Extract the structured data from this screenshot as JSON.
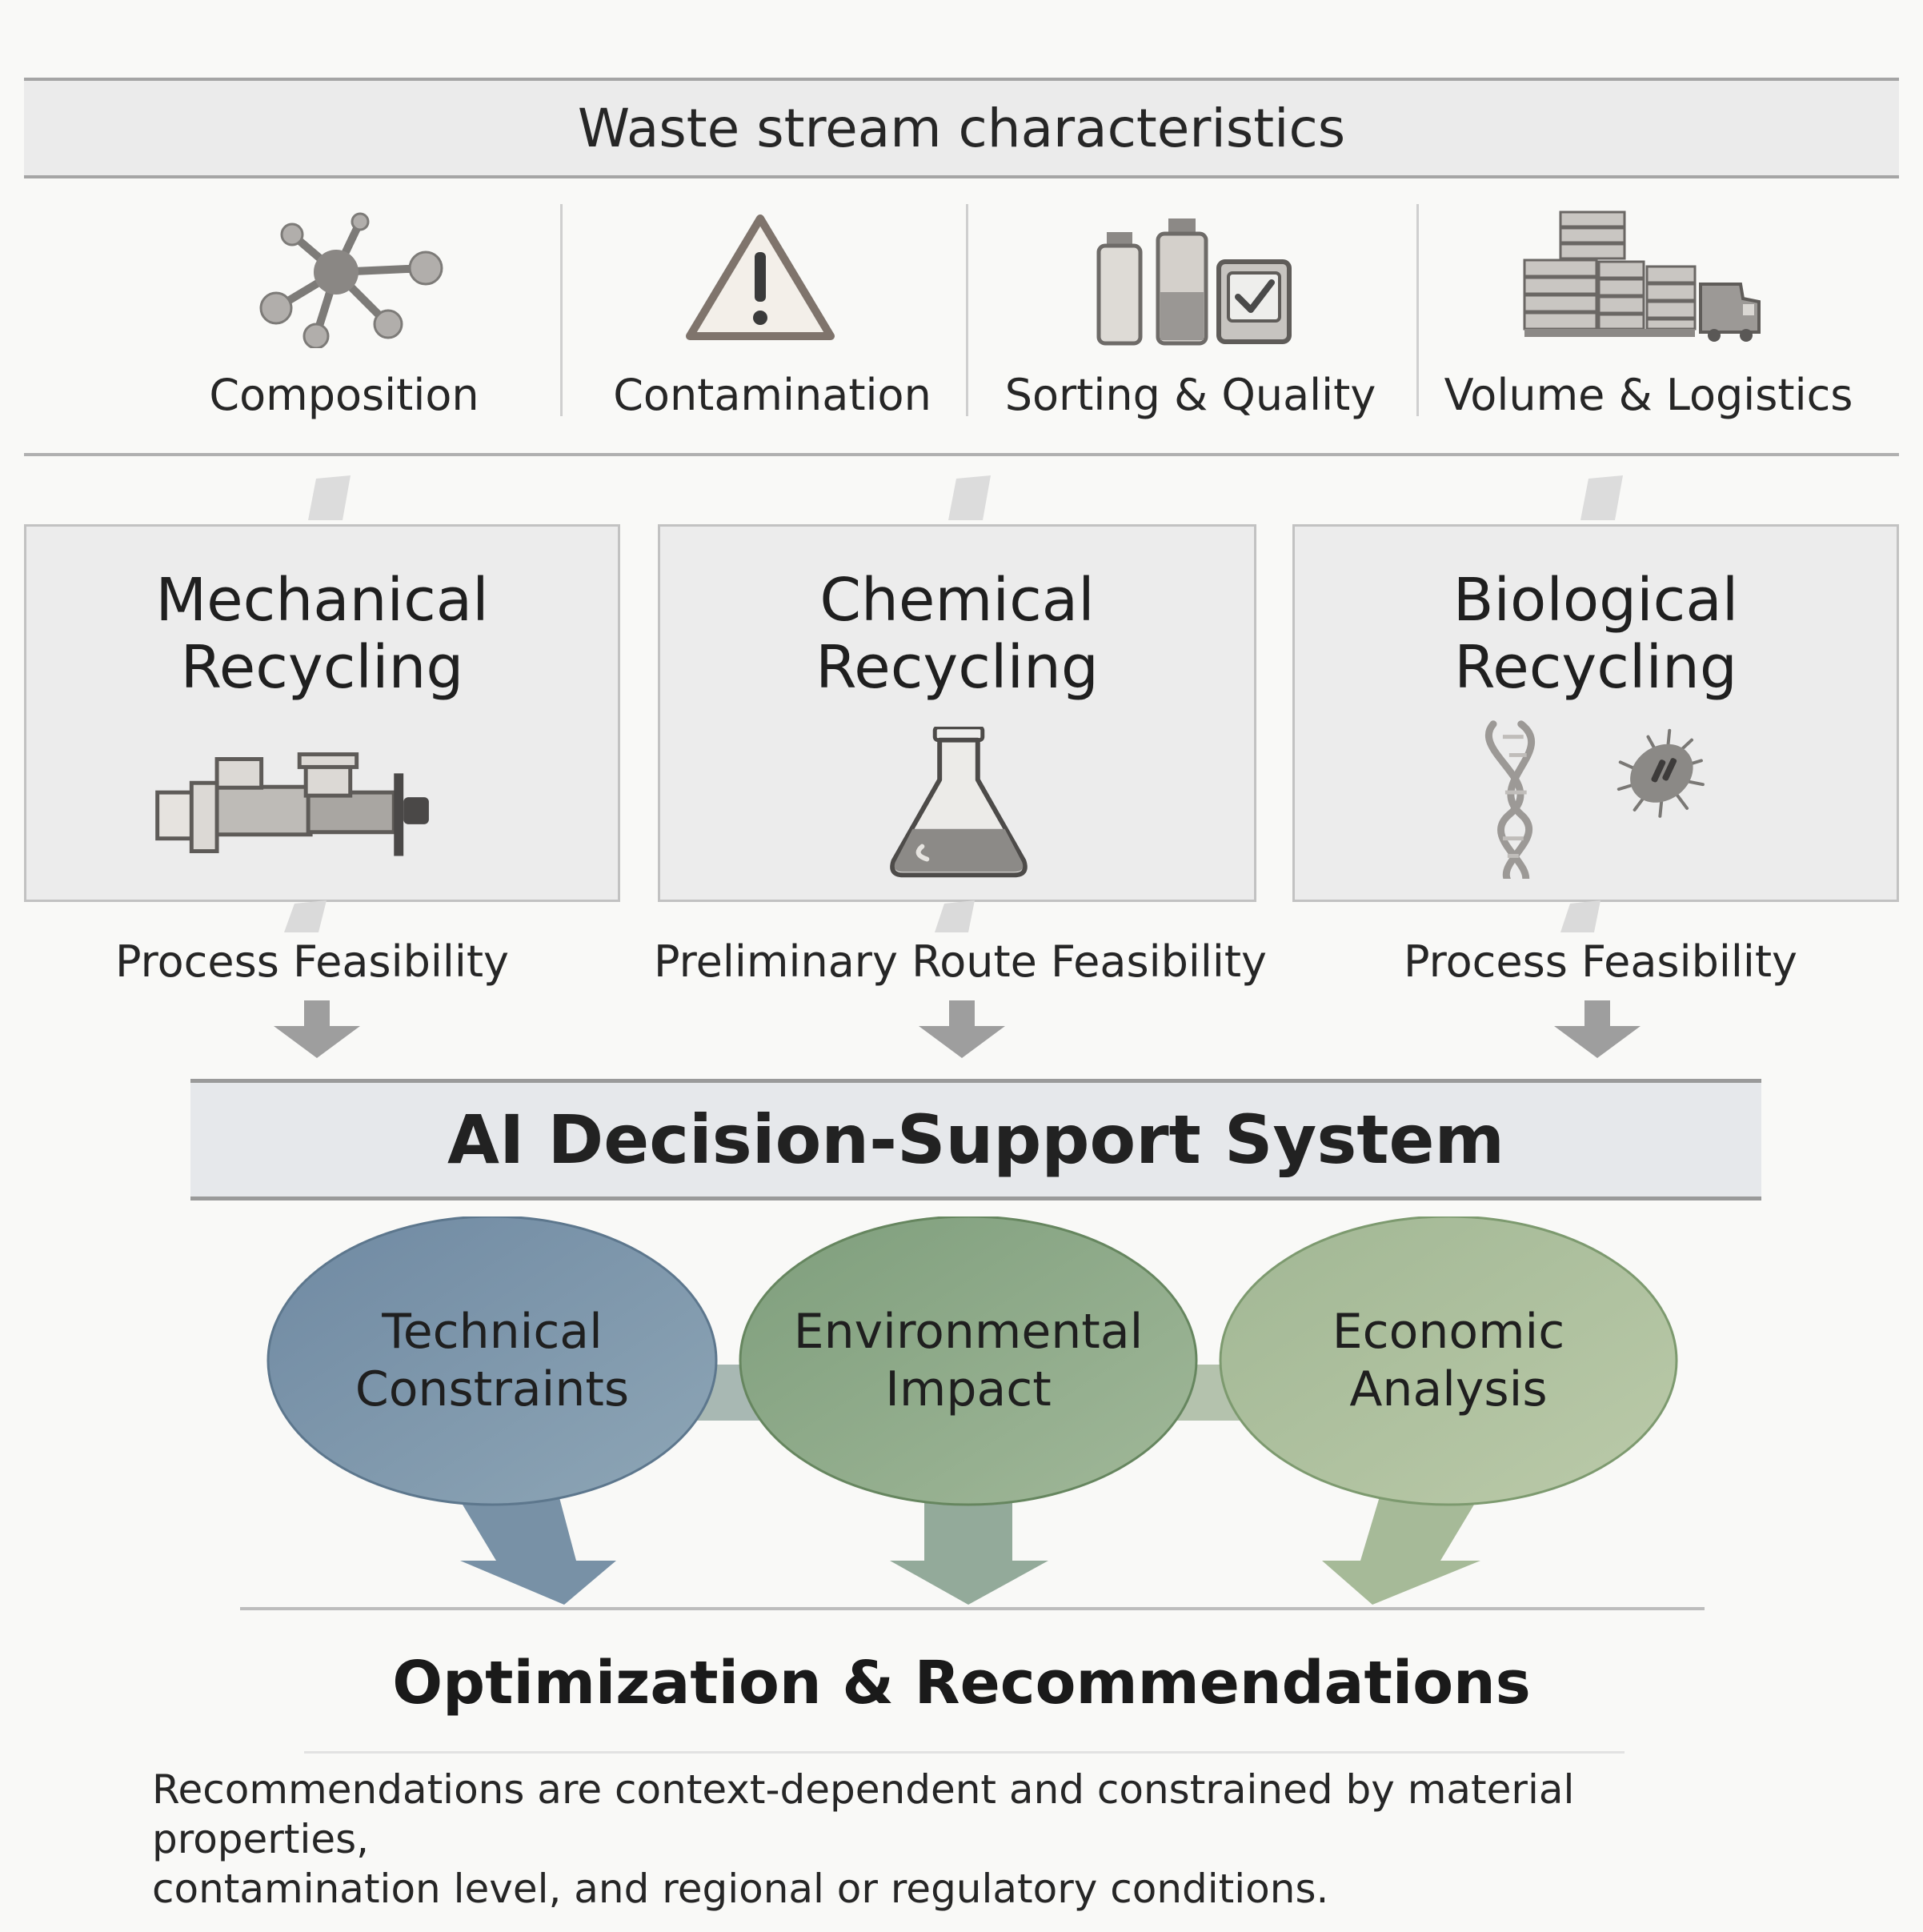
{
  "header": {
    "title": "Waste stream characteristics"
  },
  "characteristics": [
    {
      "label": "Composition",
      "icon": "molecule-icon"
    },
    {
      "label": "Contamination",
      "icon": "warning-icon"
    },
    {
      "label": "Sorting & Quality",
      "icon": "bottles-check-icon"
    },
    {
      "label": "Volume & Logistics",
      "icon": "pallets-truck-icon"
    }
  ],
  "routes": [
    {
      "title_line1": "Mechanical",
      "title_line2": "Recycling",
      "icon": "extruder-icon",
      "feasibility": "Process Feasibility"
    },
    {
      "title_line1": "Chemical",
      "title_line2": "Recycling",
      "icon": "flask-icon",
      "feasibility": "Preliminary Route Feasibility"
    },
    {
      "title_line1": "Biological",
      "title_line2": "Recycling",
      "icon": "dna-microbe-icon",
      "feasibility": "Process Feasibility"
    }
  ],
  "ai_system": {
    "title": "AI Decision-Support System"
  },
  "criteria": [
    {
      "line1": "Technical",
      "line2": "Constraints",
      "color": "#7e97ac"
    },
    {
      "line1": "Environmental",
      "line2": "Impact",
      "color": "#8faa8a"
    },
    {
      "line1": "Economic",
      "line2": "Analysis",
      "color": "#abbf9a"
    }
  ],
  "output": {
    "title": "Optimization & Recommendations"
  },
  "note": {
    "line1": "Recommendations are context-dependent and constrained by material properties,",
    "line2": "contamination level, and regional or regulatory conditions."
  }
}
